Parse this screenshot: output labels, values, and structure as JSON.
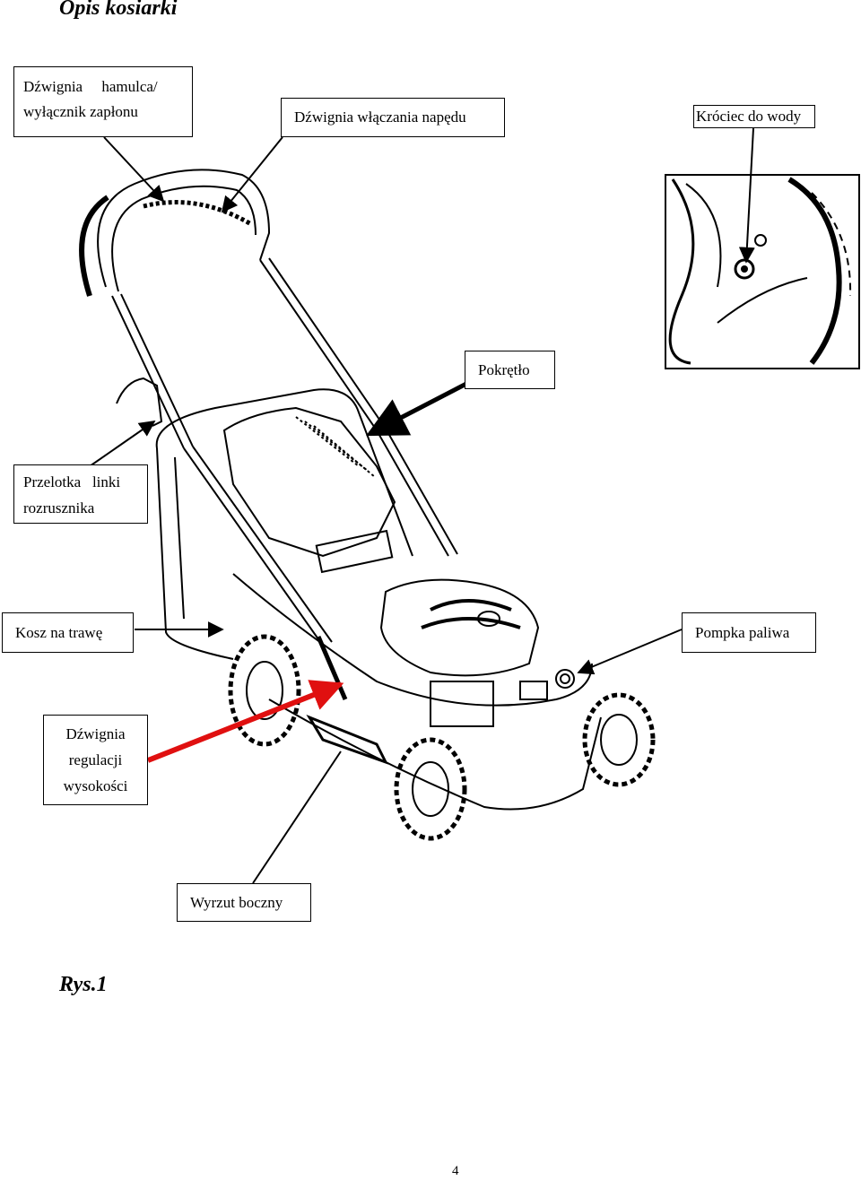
{
  "page": {
    "title": "Opis kosiarki",
    "figure_caption": "Rys.1",
    "page_number": "4"
  },
  "labels": {
    "brake_lever_line1": "Dźwignia     hamulca/",
    "brake_lever_line2": "wyłącznik zapłonu",
    "drive_lever": "Dźwignia włączania napędu",
    "water_port": "Króciec do wody",
    "knob": "Pokrętło",
    "starter_guide_line1": "Przelotka   linki",
    "starter_guide_line2": "rozrusznika",
    "grass_bag": "Kosz na trawę",
    "fuel_pump": "Pompka paliwa",
    "height_lever_line1": "Dźwignia",
    "height_lever_line2": "regulacji",
    "height_lever_line3": "wysokości",
    "side_discharge": "Wyrzut boczny"
  },
  "colors": {
    "ink": "#000000",
    "highlight_arrow": "#e01010"
  }
}
